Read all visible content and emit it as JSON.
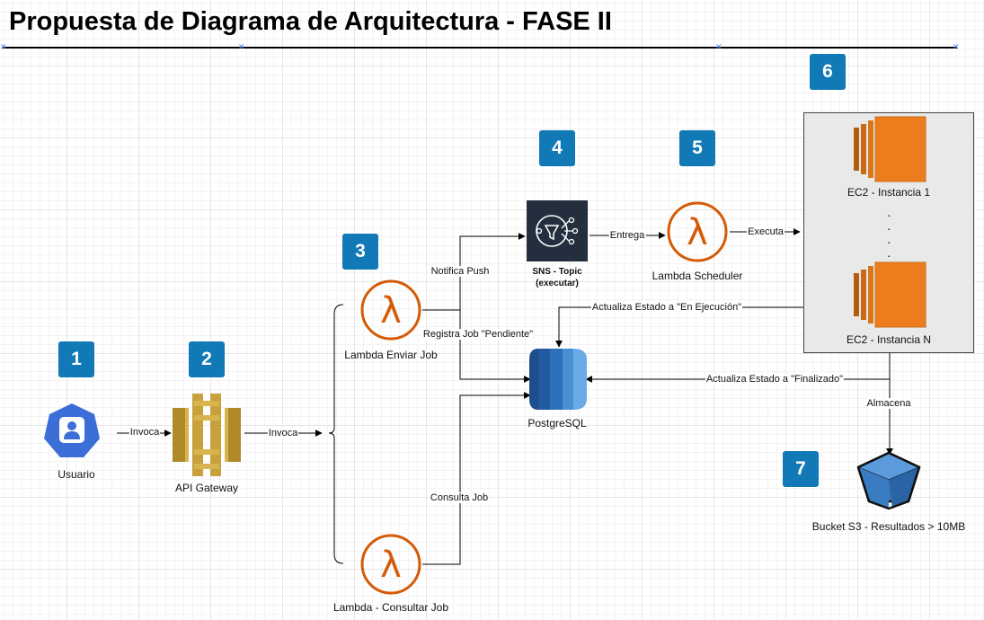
{
  "title": "Propuesta de Diagrama de Arquitectura - FASE II",
  "colors": {
    "badge": "#1179b6",
    "lambda": "#d45b07",
    "ec2": "#ed7d1c",
    "sns": "#232f3e",
    "api_gateway": "#c7a23c",
    "user": "#3b6ed6",
    "postgres": "#2d72b8",
    "s3": "#3a7cc1",
    "group_bg": "#e9e9e9"
  },
  "badges": [
    "1",
    "2",
    "3",
    "4",
    "5",
    "6",
    "7"
  ],
  "nodes": {
    "usuario": {
      "label": "Usuario",
      "icon": "user-icon"
    },
    "api_gateway": {
      "label": "API Gateway",
      "icon": "api-gateway-icon"
    },
    "lambda_enviar": {
      "label": "Lambda Enviar Job",
      "icon": "lambda-icon"
    },
    "lambda_consultar": {
      "label": "Lambda - Consultar Job",
      "icon": "lambda-icon"
    },
    "sns": {
      "label_line1": "SNS - Topic",
      "label_line2": "(executar)",
      "icon": "sns-icon"
    },
    "lambda_scheduler": {
      "label": "Lambda Scheduler",
      "icon": "lambda-icon"
    },
    "postgres": {
      "label": "PostgreSQL",
      "icon": "database-icon"
    },
    "ec2_1": {
      "label": "EC2 - Instancia 1",
      "icon": "ec2-icon"
    },
    "ec2_n": {
      "label": "EC2 - Instancia N",
      "icon": "ec2-icon"
    },
    "s3": {
      "label": "Bucket S3 - Resultados > 10MB",
      "icon": "s3-bucket-icon"
    }
  },
  "edges": {
    "invoca_1": "Invoca",
    "invoca_2": "Invoca",
    "notifica_push": "Notifica Push",
    "registra_job": "Registra Job \"Pendiente\"",
    "consulta_job": "Consulta Job",
    "entrega": "Entrega",
    "executa": "Executa",
    "actualiza_ejecucion": "Actualiza Estado a \"En Ejecución\"",
    "actualiza_finalizado": "Actualiza Estado a \"Finalizado\"",
    "almacena": "Almacena"
  },
  "ellipsis": "·"
}
